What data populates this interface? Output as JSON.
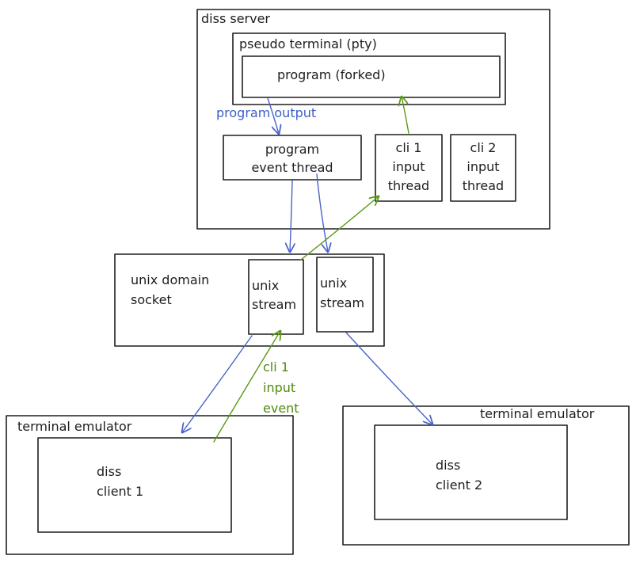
{
  "diagram": {
    "diss_server": {
      "label": "diss server"
    },
    "pty": {
      "label": "pseudo terminal (pty)"
    },
    "program": {
      "label": "program (forked)"
    },
    "program_output": {
      "label": "program output"
    },
    "event_thread": {
      "line1": "program",
      "line2": "event thread"
    },
    "cli1_thread": {
      "line1": "cli 1",
      "line2": "input",
      "line3": "thread"
    },
    "cli2_thread": {
      "line1": "cli 2",
      "line2": "input",
      "line3": "thread"
    },
    "socket": {
      "line1": "unix domain",
      "line2": "socket"
    },
    "stream1": {
      "line1": "unix",
      "line2": "stream"
    },
    "stream2": {
      "line1": "unix",
      "line2": "stream"
    },
    "cli1_event": {
      "line1": "cli 1",
      "line2": "input",
      "line3": "event"
    },
    "term1": {
      "label": "terminal emulator"
    },
    "client1": {
      "line1": "diss",
      "line2": "client 1"
    },
    "term2": {
      "label": "terminal emulator"
    },
    "client2": {
      "line1": "diss",
      "line2": "client 2"
    }
  },
  "colors": {
    "output_arrow": "#4a63c8",
    "input_arrow": "#5a9a14",
    "stroke": "#1e1e1e"
  }
}
